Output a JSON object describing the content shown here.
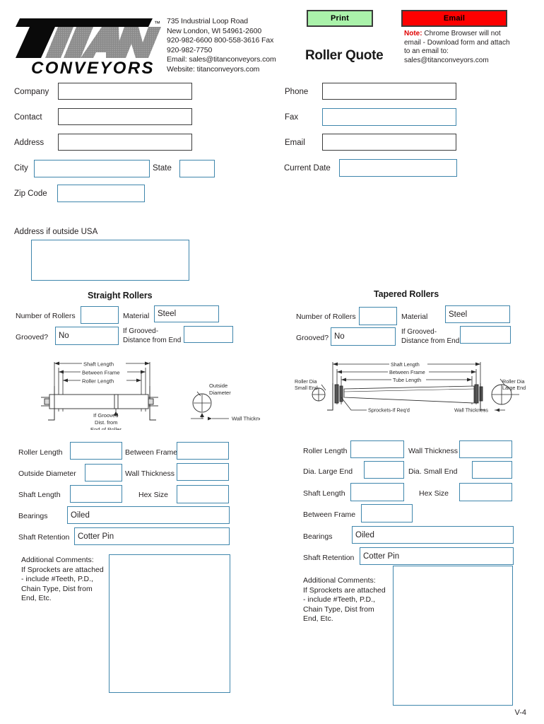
{
  "brand": {
    "name": "TITAN",
    "sub": "CONVEYORS",
    "tm": "™"
  },
  "company_info": {
    "line1": "735 Industrial Loop Road",
    "line2": "New London, WI 54961-2600",
    "line3": "920-982-6600  800-558-3616 Fax",
    "line4": "920-982-7750",
    "line5": "Email:  sales@titanconveyors.com",
    "line6": "Website:  titanconveyors.com"
  },
  "toolbar": {
    "print_label": "Print",
    "email_label": "Email",
    "print_color": "#aaf2aa",
    "email_color": "#fd0000"
  },
  "note": {
    "prefix": "Note:",
    "text": " Chrome Browser will not email - Download form and attach to an email to: sales@titanconveyors.com"
  },
  "title": "Roller Quote",
  "contact_form": {
    "company_label": "Company",
    "company_value": "",
    "contact_label": "Contact",
    "contact_value": "",
    "address_label": "Address",
    "address_value": "",
    "city_label": "City",
    "city_value": "",
    "state_label": "State",
    "state_value": "",
    "zip_label": "Zip Code",
    "zip_value": "",
    "phone_label": "Phone",
    "phone_value": "",
    "fax_label": "Fax",
    "fax_value": "",
    "email_label": "Email",
    "email_value": "",
    "date_label": "Current Date",
    "date_value": "",
    "outside_usa_label": "Address if outside USA",
    "outside_usa_value": ""
  },
  "straight": {
    "section_title": "Straight Rollers",
    "number_label": "Number of Rollers",
    "number_value": "",
    "material_label": "Material",
    "material_value": "Steel",
    "grooved_label": "Grooved?",
    "grooved_value": "No",
    "if_grooved_label": "If Grooved-\nDistance from End",
    "if_grooved_value": "",
    "roller_length_label": "Roller Length",
    "roller_length_value": "",
    "between_frame_label": "Between Frame",
    "between_frame_value": "",
    "outside_diameter_label": "Outside Diameter",
    "outside_diameter_value": "",
    "wall_thickness_label": "Wall Thickness",
    "wall_thickness_value": "",
    "shaft_length_label": "Shaft Length",
    "shaft_length_value": "",
    "hex_size_label": "Hex Size",
    "hex_size_value": "",
    "bearings_label": "Bearings",
    "bearings_value": "Oiled",
    "shaft_retention_label": "Shaft Retention",
    "shaft_retention_value": "Cotter Pin",
    "comments_label": "Additional Comments:\nIf Sprockets are attached\n - include #Teeth, P.D.,\nChain Type, Dist from\nEnd, Etc.",
    "comments_value": "",
    "diagram_labels": {
      "shaft_length": "Shaft Length",
      "between_frame": "Between Frame",
      "roller_length": "Roller Length",
      "outside_diameter": "Outside\nDiameter",
      "wall_thickness": "Wall Thickness",
      "if_grooved": "If Grooved\nDist. from\nEnd of Roller"
    }
  },
  "tapered": {
    "section_title": "Tapered Rollers",
    "number_label": "Number of Rollers",
    "number_value": "",
    "material_label": "Material",
    "material_value": "Steel",
    "grooved_label": "Grooved?",
    "grooved_value": "No",
    "if_grooved_label": "If Grooved-\nDistance from End",
    "if_grooved_value": "",
    "roller_length_label": "Roller Length",
    "roller_length_value": "",
    "wall_thickness_label": "Wall Thickness",
    "wall_thickness_value": "",
    "dia_large_label": "Dia. Large End",
    "dia_large_value": "",
    "dia_small_label": "Dia. Small End",
    "dia_small_value": "",
    "shaft_length_label": "Shaft Length",
    "shaft_length_value": "",
    "hex_size_label": "Hex Size",
    "hex_size_value": "",
    "between_frame_label": "Between Frame",
    "between_frame_value": "",
    "bearings_label": "Bearings",
    "bearings_value": "Oiled",
    "shaft_retention_label": "Shaft Retention",
    "shaft_retention_value": "Cotter Pin",
    "comments_label": "Additional Comments:\nIf Sprockets are attached\n - include #Teeth, P.D.,\nChain Type, Dist from\nEnd, Etc.",
    "comments_value": "",
    "diagram_labels": {
      "shaft_length": "Shaft Length",
      "between_frame": "Between Frame",
      "tube_length": "Tube Length",
      "roller_dia_small": "Roller Dia\nSmall End",
      "roller_dia_large": "Roller Dia\nLarge End",
      "sprockets": "Sprockets-If Req'd",
      "wall_thickness": "Wall Thickness"
    }
  },
  "version": "V-4",
  "colors": {
    "field_blue": "#3f86ac",
    "field_dark": "#3c3c3c"
  }
}
